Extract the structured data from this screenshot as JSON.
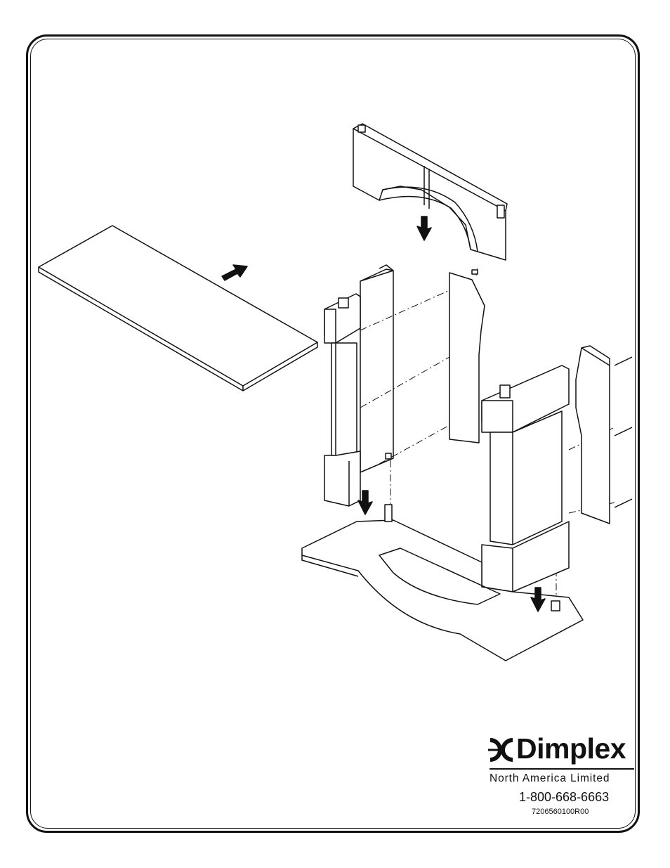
{
  "brand": {
    "name": "Dimplex",
    "logo_icon": "dimplex-dc-mark-icon",
    "subtitle": "North America Limited",
    "phone": "1-800-668-6663",
    "part_number": "7206560100R00"
  },
  "diagram": {
    "parts": [
      "mantel-top-shelf",
      "header-panel",
      "left-pillar",
      "left-side-panel",
      "right-pillar",
      "right-side-panel",
      "base-hearth"
    ],
    "arrow_icons": [
      "arrow-up-right-icon",
      "arrow-down-icon"
    ],
    "colors": {
      "line": "#111111",
      "fill": "#ffffff"
    }
  }
}
